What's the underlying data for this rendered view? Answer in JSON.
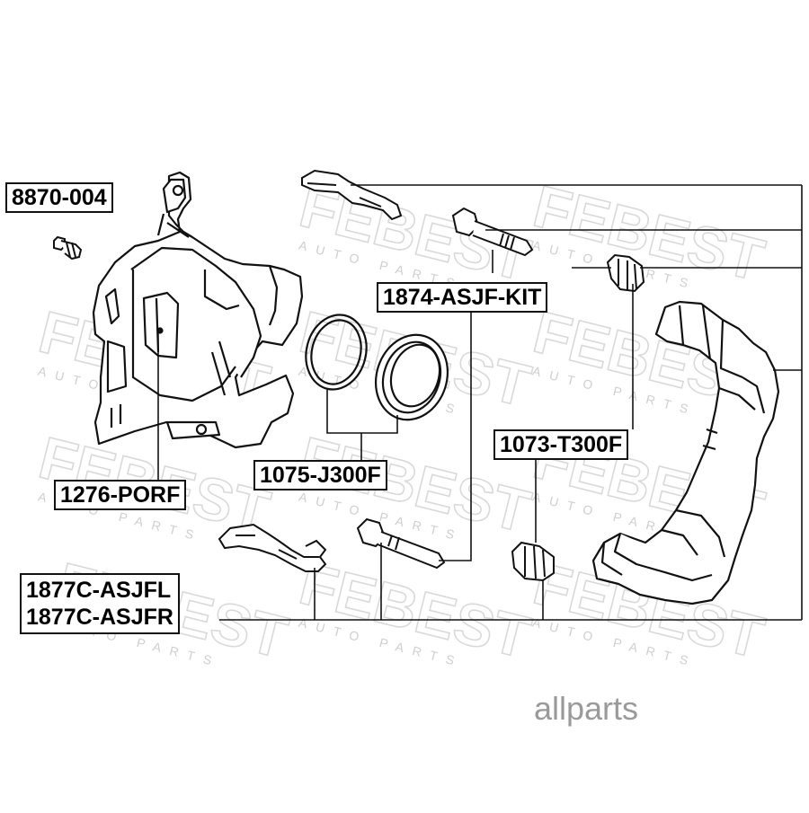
{
  "parts": [
    {
      "id": "bleeder",
      "label": "8870-004"
    },
    {
      "id": "caliper",
      "label": "1276-PORF"
    },
    {
      "id": "piston-seal",
      "label": "1075-J300F"
    },
    {
      "id": "guide-pin-kit",
      "label": "1874-ASJF-KIT"
    },
    {
      "id": "pin-boot",
      "label": "1073-T300F"
    },
    {
      "id": "clip-set",
      "label": "1877C-ASJFL",
      "label2": "1877C-ASJFR"
    }
  ],
  "watermark": {
    "brand": "FEBEST",
    "sub": "AUTO PARTS",
    "site": "allparts"
  }
}
